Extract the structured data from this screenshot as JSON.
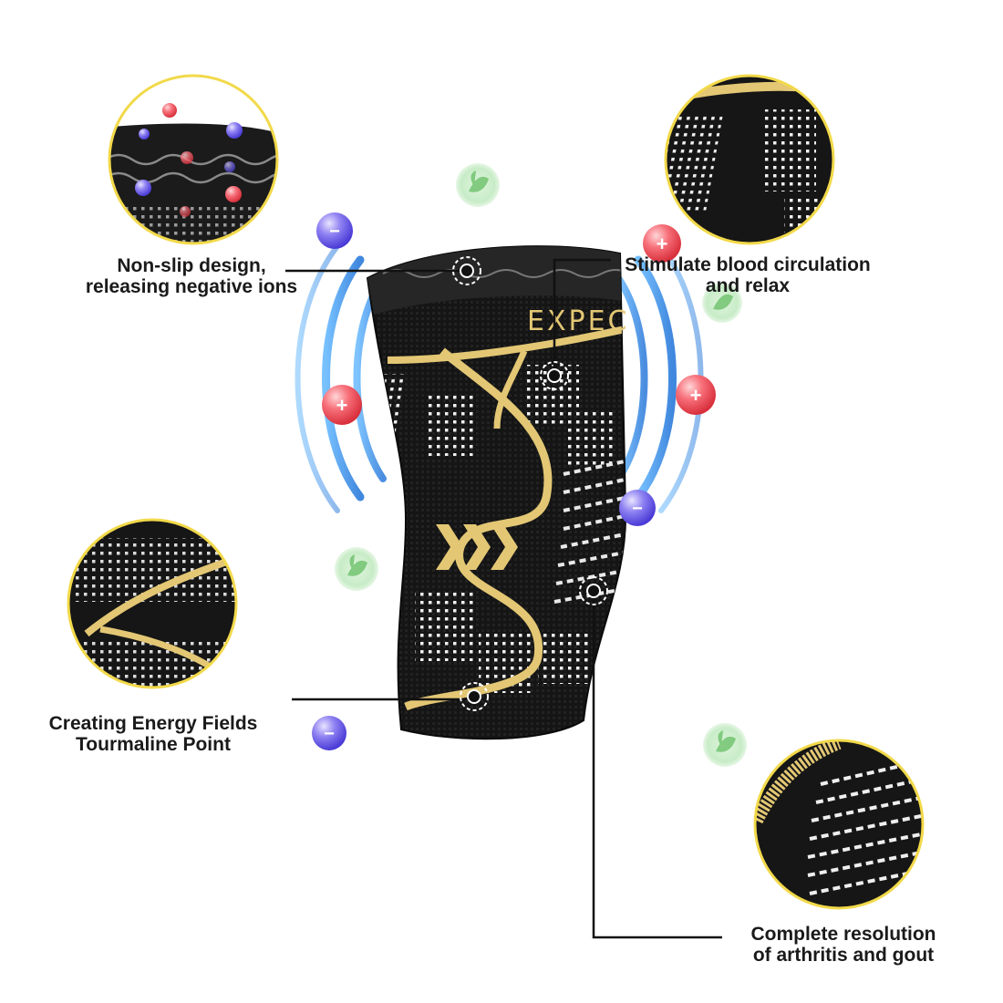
{
  "product": {
    "brand_text": "EXPEC"
  },
  "callouts": {
    "non_slip": {
      "line1": "Non-slip design,",
      "line2": "releasing negative ions"
    },
    "blood": {
      "line1": "Stimulate blood circulation",
      "line2": "and relax"
    },
    "energy": {
      "line1": "Creating Energy Fields",
      "line2": "Tourmaline Point"
    },
    "arthritis": {
      "line1": "Complete resolution",
      "line2": "of arthritis and gout"
    }
  },
  "ions": {
    "positive_symbol": "+",
    "negative_symbol": "−"
  },
  "colors": {
    "sleeve_black": "#151515",
    "gold_accent": "#e3c774",
    "ring_yellow": "#f2d94a",
    "wave_blue": "#2f8ee8",
    "positive_red": "#f0505a",
    "negative_purple": "#6b5ce8",
    "herb_green": "#8fd48e"
  }
}
